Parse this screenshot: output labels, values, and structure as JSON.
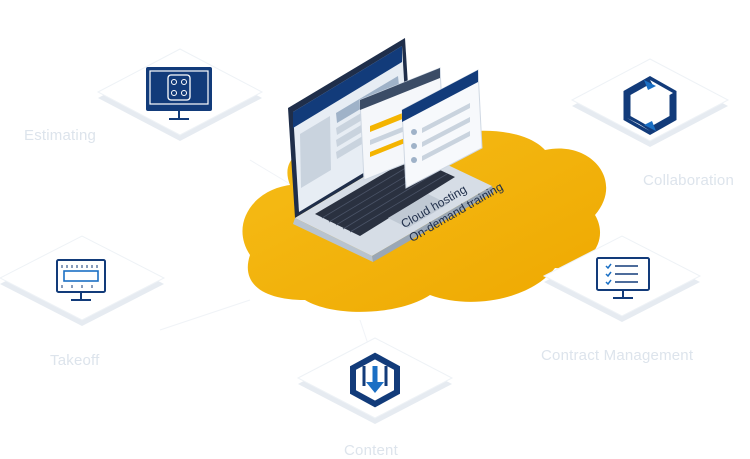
{
  "colors": {
    "navy": "#123b7a",
    "accent_blue": "#1a6fc4",
    "cloud_yellow": "#f4b400",
    "tile_white": "#ffffff",
    "tile_shadow": "#dfe6ee",
    "label_color": "#dde4ec"
  },
  "modules": [
    {
      "label": "Estimating",
      "icon": "monitor-calculator-icon"
    },
    {
      "label": "Collaboration",
      "icon": "hexagon-arrows-icon"
    },
    {
      "label": "Takeoff",
      "icon": "monitor-ruler-icon"
    },
    {
      "label": "Contract Management",
      "icon": "monitor-checklist-icon"
    },
    {
      "label": "Content",
      "icon": "hexagon-download-icon"
    }
  ],
  "cloud": {
    "line1": "Cloud hosting",
    "line2": "On-demand training"
  }
}
